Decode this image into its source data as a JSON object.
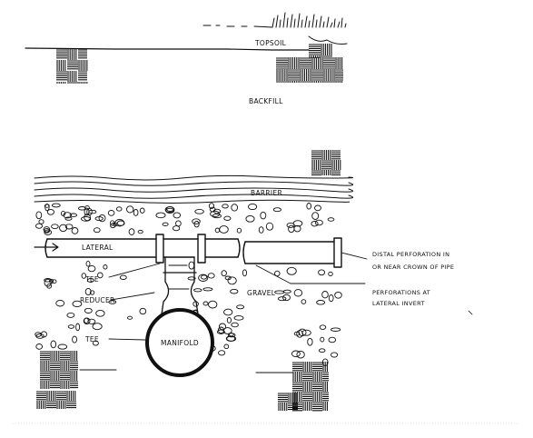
{
  "labels": {
    "topsoil": "TOPSOIL",
    "backfill": "BACKFILL",
    "barrier": "BARRIER",
    "lateral": "LATERAL",
    "tee_upper": "TEE",
    "reducer": "REDUCER",
    "tee_lower": "TEE",
    "manifold": "MANIFOLD",
    "gravel": "GRAVEL",
    "distal_line1": "DISTAL PERFORATION IN",
    "distal_line2": "OR NEAR CROWN OF PIPE",
    "perforations_line1": "PERFORATIONS AT",
    "perforations_line2": "LATERAL INVERT"
  }
}
